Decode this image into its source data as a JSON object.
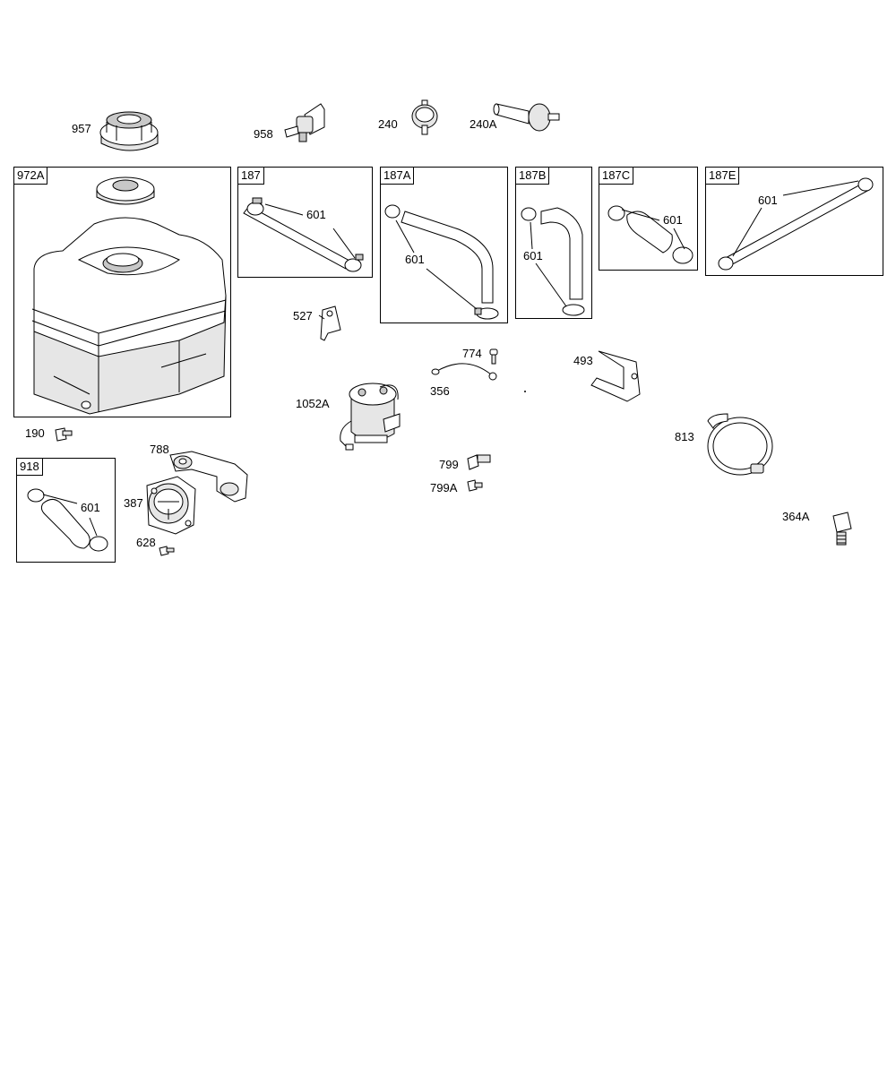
{
  "parts": {
    "p957": "957",
    "p958": "958",
    "p240": "240",
    "p240A": "240A",
    "p972A": "972A",
    "p187": "187",
    "p187A": "187A",
    "p187B": "187B",
    "p187C": "187C",
    "p187E": "187E",
    "p601": "601",
    "p527": "527",
    "p774": "774",
    "p356": "356",
    "p493": "493",
    "p1052A": "1052A",
    "p190": "190",
    "p788": "788",
    "p387": "387",
    "p628": "628",
    "p918": "918",
    "p799": "799",
    "p799A": "799A",
    "p813": "813",
    "p364A": "364A"
  }
}
